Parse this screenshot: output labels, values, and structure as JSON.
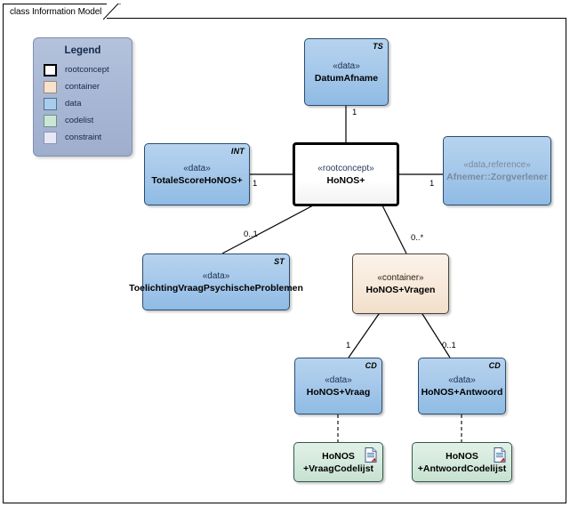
{
  "diagram": {
    "frame_label": "class Information Model",
    "background": "#ffffff",
    "border_color": "#000000"
  },
  "legend": {
    "title": "Legend",
    "items": [
      {
        "label": "rootconcept",
        "color": "#ffffff"
      },
      {
        "label": "container",
        "color": "#f7e2cc"
      },
      {
        "label": "data",
        "color": "#a9ccec"
      },
      {
        "label": "codelist",
        "color": "#cde5d5"
      },
      {
        "label": "constraint",
        "color": "#e6e8f6"
      }
    ]
  },
  "nodes": {
    "datum_afname": {
      "stereotype": "«data»",
      "name": "DatumAfname",
      "corner": "TS",
      "kind": "data"
    },
    "honos_plus": {
      "stereotype": "«rootconcept»",
      "name": "HoNOS+",
      "corner": "",
      "kind": "rootconcept"
    },
    "totale_score": {
      "stereotype": "«data»",
      "name": "TotaleScoreHoNOS+",
      "corner": "INT",
      "kind": "data"
    },
    "zorgverlener": {
      "stereotype": "«data,reference»",
      "name": "Afnemer::Zorgverlener",
      "corner": "",
      "kind": "data-reference"
    },
    "toelichting": {
      "stereotype": "«data»",
      "name": "ToelichtingVraagPsychischeProblemen",
      "corner": "ST",
      "kind": "data"
    },
    "honos_vragen": {
      "stereotype": "«container»",
      "name": "HoNOS+Vragen",
      "corner": "",
      "kind": "container"
    },
    "honos_vraag": {
      "stereotype": "«data»",
      "name": "HoNOS+Vraag",
      "corner": "CD",
      "kind": "data"
    },
    "honos_antwoord": {
      "stereotype": "«data»",
      "name": "HoNOS+Antwoord",
      "corner": "CD",
      "kind": "data"
    },
    "vraag_codelijst": {
      "name_line1": "HoNOS",
      "name_line2": "+VraagCodelijst",
      "kind": "codelist",
      "icon": "document-icon"
    },
    "antwoord_codelijst": {
      "name_line1": "HoNOS",
      "name_line2": "+AntwoordCodelijst",
      "kind": "codelist",
      "icon": "document-icon"
    }
  },
  "connectors": [
    {
      "id": "root-datumafname",
      "from": "honos_plus",
      "to": "datum_afname",
      "type": "composition",
      "multiplicity": "1"
    },
    {
      "id": "root-totalescore",
      "from": "honos_plus",
      "to": "totale_score",
      "type": "composition",
      "multiplicity": "1"
    },
    {
      "id": "root-zorgverlener",
      "from": "honos_plus",
      "to": "zorgverlener",
      "type": "composition",
      "multiplicity": "1"
    },
    {
      "id": "root-toelichting",
      "from": "honos_plus",
      "to": "toelichting",
      "type": "composition",
      "multiplicity": "0..1"
    },
    {
      "id": "root-vragen",
      "from": "honos_plus",
      "to": "honos_vragen",
      "type": "composition",
      "multiplicity": "0..*"
    },
    {
      "id": "vragen-vraag",
      "from": "honos_vragen",
      "to": "honos_vraag",
      "type": "composition",
      "multiplicity": "1"
    },
    {
      "id": "vragen-antwoord",
      "from": "honos_vragen",
      "to": "honos_antwoord",
      "type": "composition",
      "multiplicity": "0..1"
    },
    {
      "id": "vraag-codelijst",
      "from": "honos_vraag",
      "to": "vraag_codelijst",
      "type": "dependency",
      "multiplicity": ""
    },
    {
      "id": "antwoord-codelijst",
      "from": "honos_antwoord",
      "to": "antwoord_codelijst",
      "type": "dependency",
      "multiplicity": ""
    }
  ]
}
